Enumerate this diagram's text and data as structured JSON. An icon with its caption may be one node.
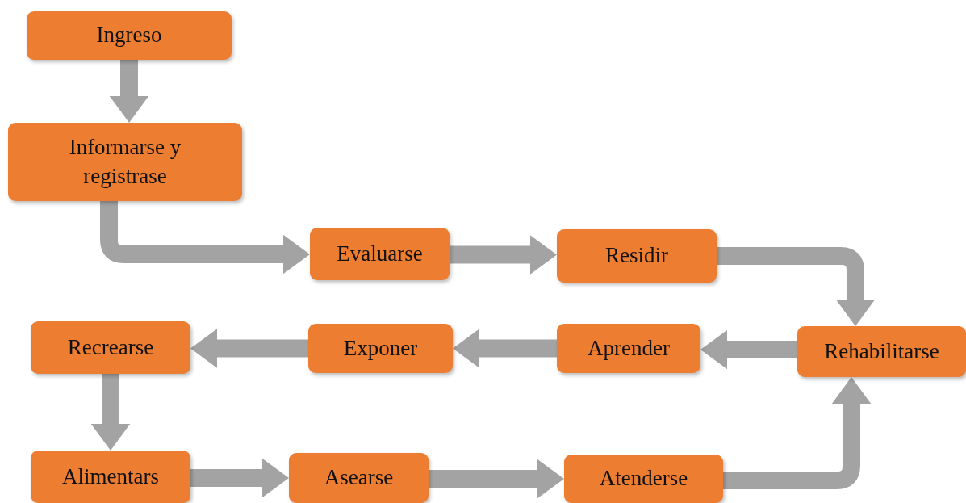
{
  "diagram": {
    "nodes": [
      {
        "text": [
          "Ingreso"
        ]
      },
      {
        "text": [
          "Informarse y registrase"
        ]
      },
      {
        "text": [
          "Evaluarse"
        ]
      },
      {
        "text": [
          "Residir"
        ]
      },
      {
        "text": [
          "Rehabilitarse"
        ]
      },
      {
        "text": [
          "Aprender"
        ]
      },
      {
        "text": [
          "Exponer"
        ]
      },
      {
        "text": [
          "Recrearse"
        ]
      },
      {
        "text": [
          "Alimentars"
        ]
      },
      {
        "text": [
          "Asearse"
        ]
      },
      {
        "text": [
          "Atenderse"
        ]
      }
    ],
    "edges": [
      {
        "from": 0,
        "to": 1,
        "arrow": "to"
      },
      {
        "from": 1,
        "to": 2,
        "arrow": "to"
      },
      {
        "from": 2,
        "to": 3,
        "arrow": "to"
      },
      {
        "from": 3,
        "to": 4,
        "arrow": "to"
      },
      {
        "from": 4,
        "to": 5,
        "arrow": "to"
      },
      {
        "from": 5,
        "to": 6,
        "arrow": "to"
      },
      {
        "from": 6,
        "to": 7,
        "arrow": "to"
      },
      {
        "from": 7,
        "to": 8,
        "arrow": "to"
      },
      {
        "from": 8,
        "to": 9,
        "arrow": "to"
      },
      {
        "from": 9,
        "to": 10,
        "arrow": "to"
      },
      {
        "from": 10,
        "to": 4,
        "arrow": "to"
      }
    ]
  }
}
